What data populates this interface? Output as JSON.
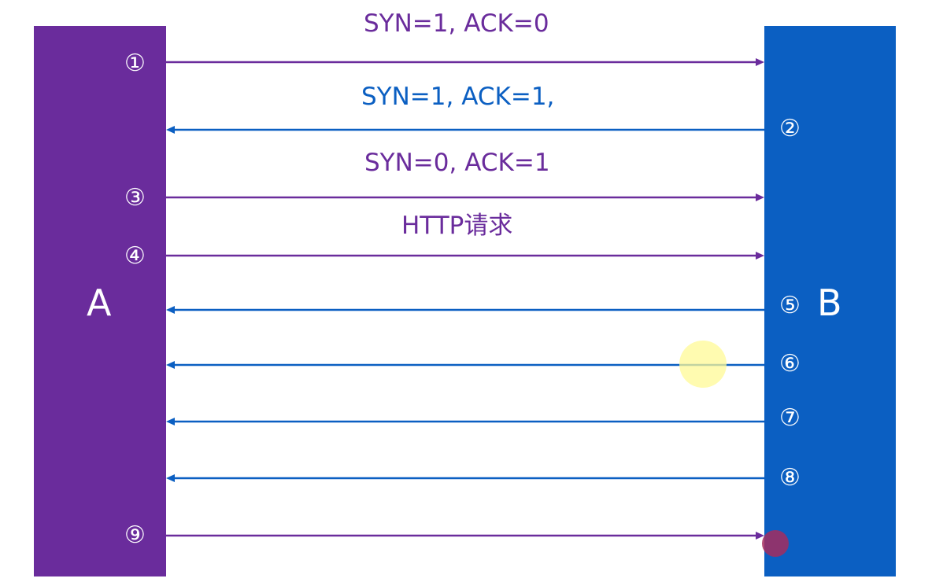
{
  "nodes": {
    "a_label": "A",
    "b_label": "B"
  },
  "messages": {
    "m1": "SYN=1, ACK=0",
    "m2": "SYN=1, ACK=1,",
    "m3": "SYN=0, ACK=1",
    "m4": "HTTP请求"
  },
  "steps": [
    "①",
    "②",
    "③",
    "④",
    "⑤",
    "⑥",
    "⑦",
    "⑧",
    "⑨"
  ],
  "arrow_directions": [
    "A-to-B",
    "B-to-A",
    "A-to-B",
    "A-to-B",
    "B-to-A",
    "B-to-A",
    "B-to-A",
    "B-to-A",
    "A-to-B"
  ],
  "colors": {
    "node_a": "#6a2c9c",
    "node_b": "#0b5fc2"
  }
}
